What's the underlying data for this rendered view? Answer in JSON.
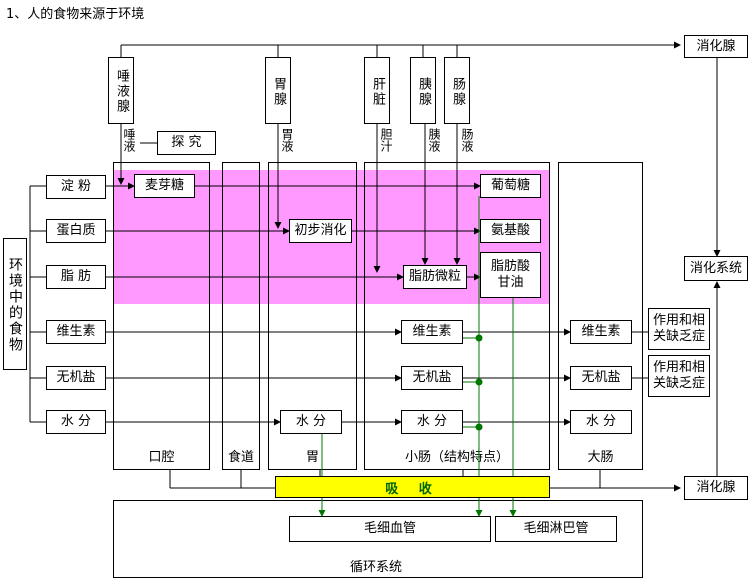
{
  "title": "1、人的食物来源于环境",
  "env": "环境中的食物",
  "nutrients": [
    "淀 粉",
    "蛋白质",
    "脂 肪",
    "维生素",
    "无机盐",
    "水 分"
  ],
  "glands": {
    "saliva_gland": "唾液腺",
    "stomach_gland": "胃腺",
    "liver": "肝脏",
    "pancreas": "胰腺",
    "intestinal_gland": "肠腺",
    "digestive_gland": "消化腺"
  },
  "juices": {
    "saliva": "唾液",
    "gastric": "胃液",
    "bile": "胆汁",
    "pancreatic": "胰液",
    "intestinal": "肠液"
  },
  "explore": "探 究",
  "organs": {
    "mouth": "口腔",
    "esophagus": "食道",
    "stomach": "胃",
    "small_intestine": "小肠（结构特点）",
    "large_intestine": "大肠"
  },
  "products": {
    "maltose": "麦芽糖",
    "initial_digestion": "初步消化",
    "glucose": "葡萄糖",
    "amino_acid": "氨基酸",
    "fat_droplet": "脂肪微粒",
    "fatty_acid_glycerol": "脂肪酸甘油",
    "vitamin_si": "维生素",
    "mineral_si": "无机盐",
    "water_stomach": "水 分",
    "water_si": "水 分",
    "vitamin_li": "维生素",
    "mineral_li": "无机盐",
    "water_li": "水 分"
  },
  "deficiency": [
    "作用和相关缺乏症",
    "作用和相关缺乏症"
  ],
  "digestive_system": "消化系统",
  "digestive_gland_bottom": "消化腺",
  "absorption": "吸 收",
  "capillary": "毛细血管",
  "lymph": "毛细淋巴管",
  "circulatory": "循环系统",
  "colors": {
    "pink": "#ff99ff",
    "absorb": "#ffff00",
    "green_arrow": "#007700"
  }
}
